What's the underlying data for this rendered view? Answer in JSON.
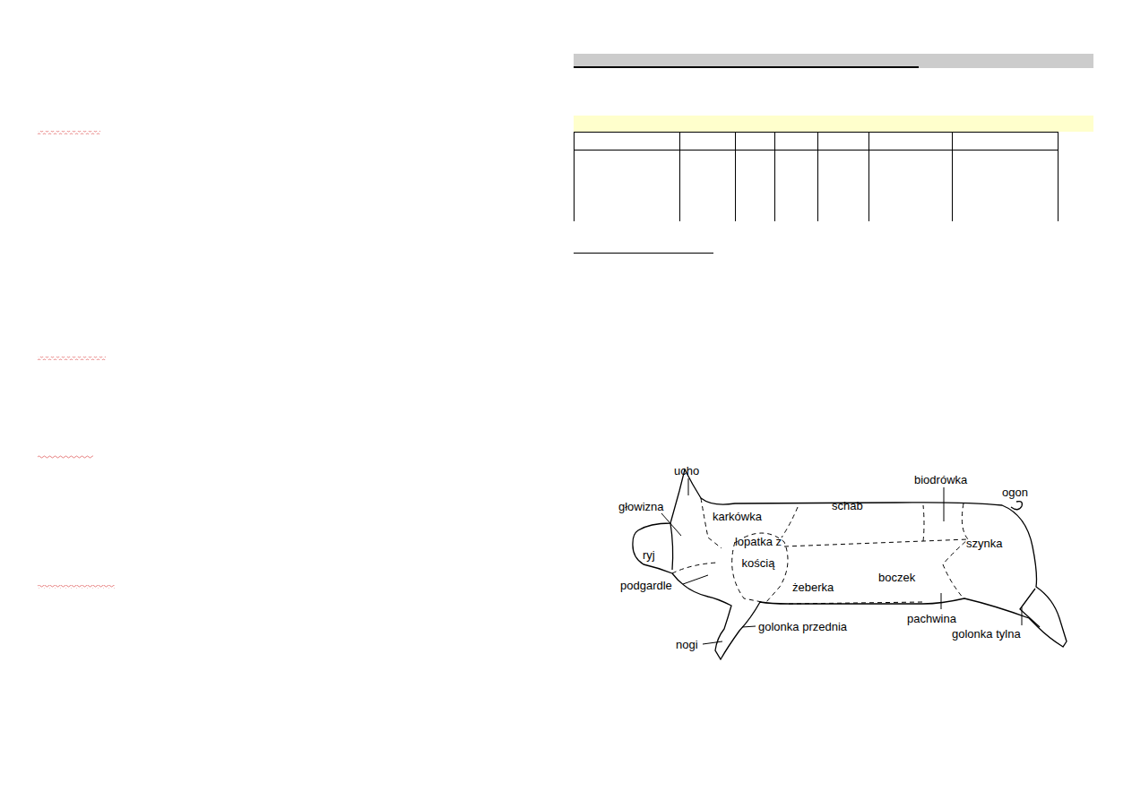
{
  "diagram": {
    "labels": [
      "ucho",
      "głowizna",
      "ryj",
      "karkówka",
      "łopatka z kością",
      "schab",
      "biodrówka",
      "ogon",
      "szynka",
      "żeberka",
      "boczek",
      "podgardle",
      "pachwina",
      "golonka przednia",
      "golonka tylna",
      "nogi"
    ]
  }
}
